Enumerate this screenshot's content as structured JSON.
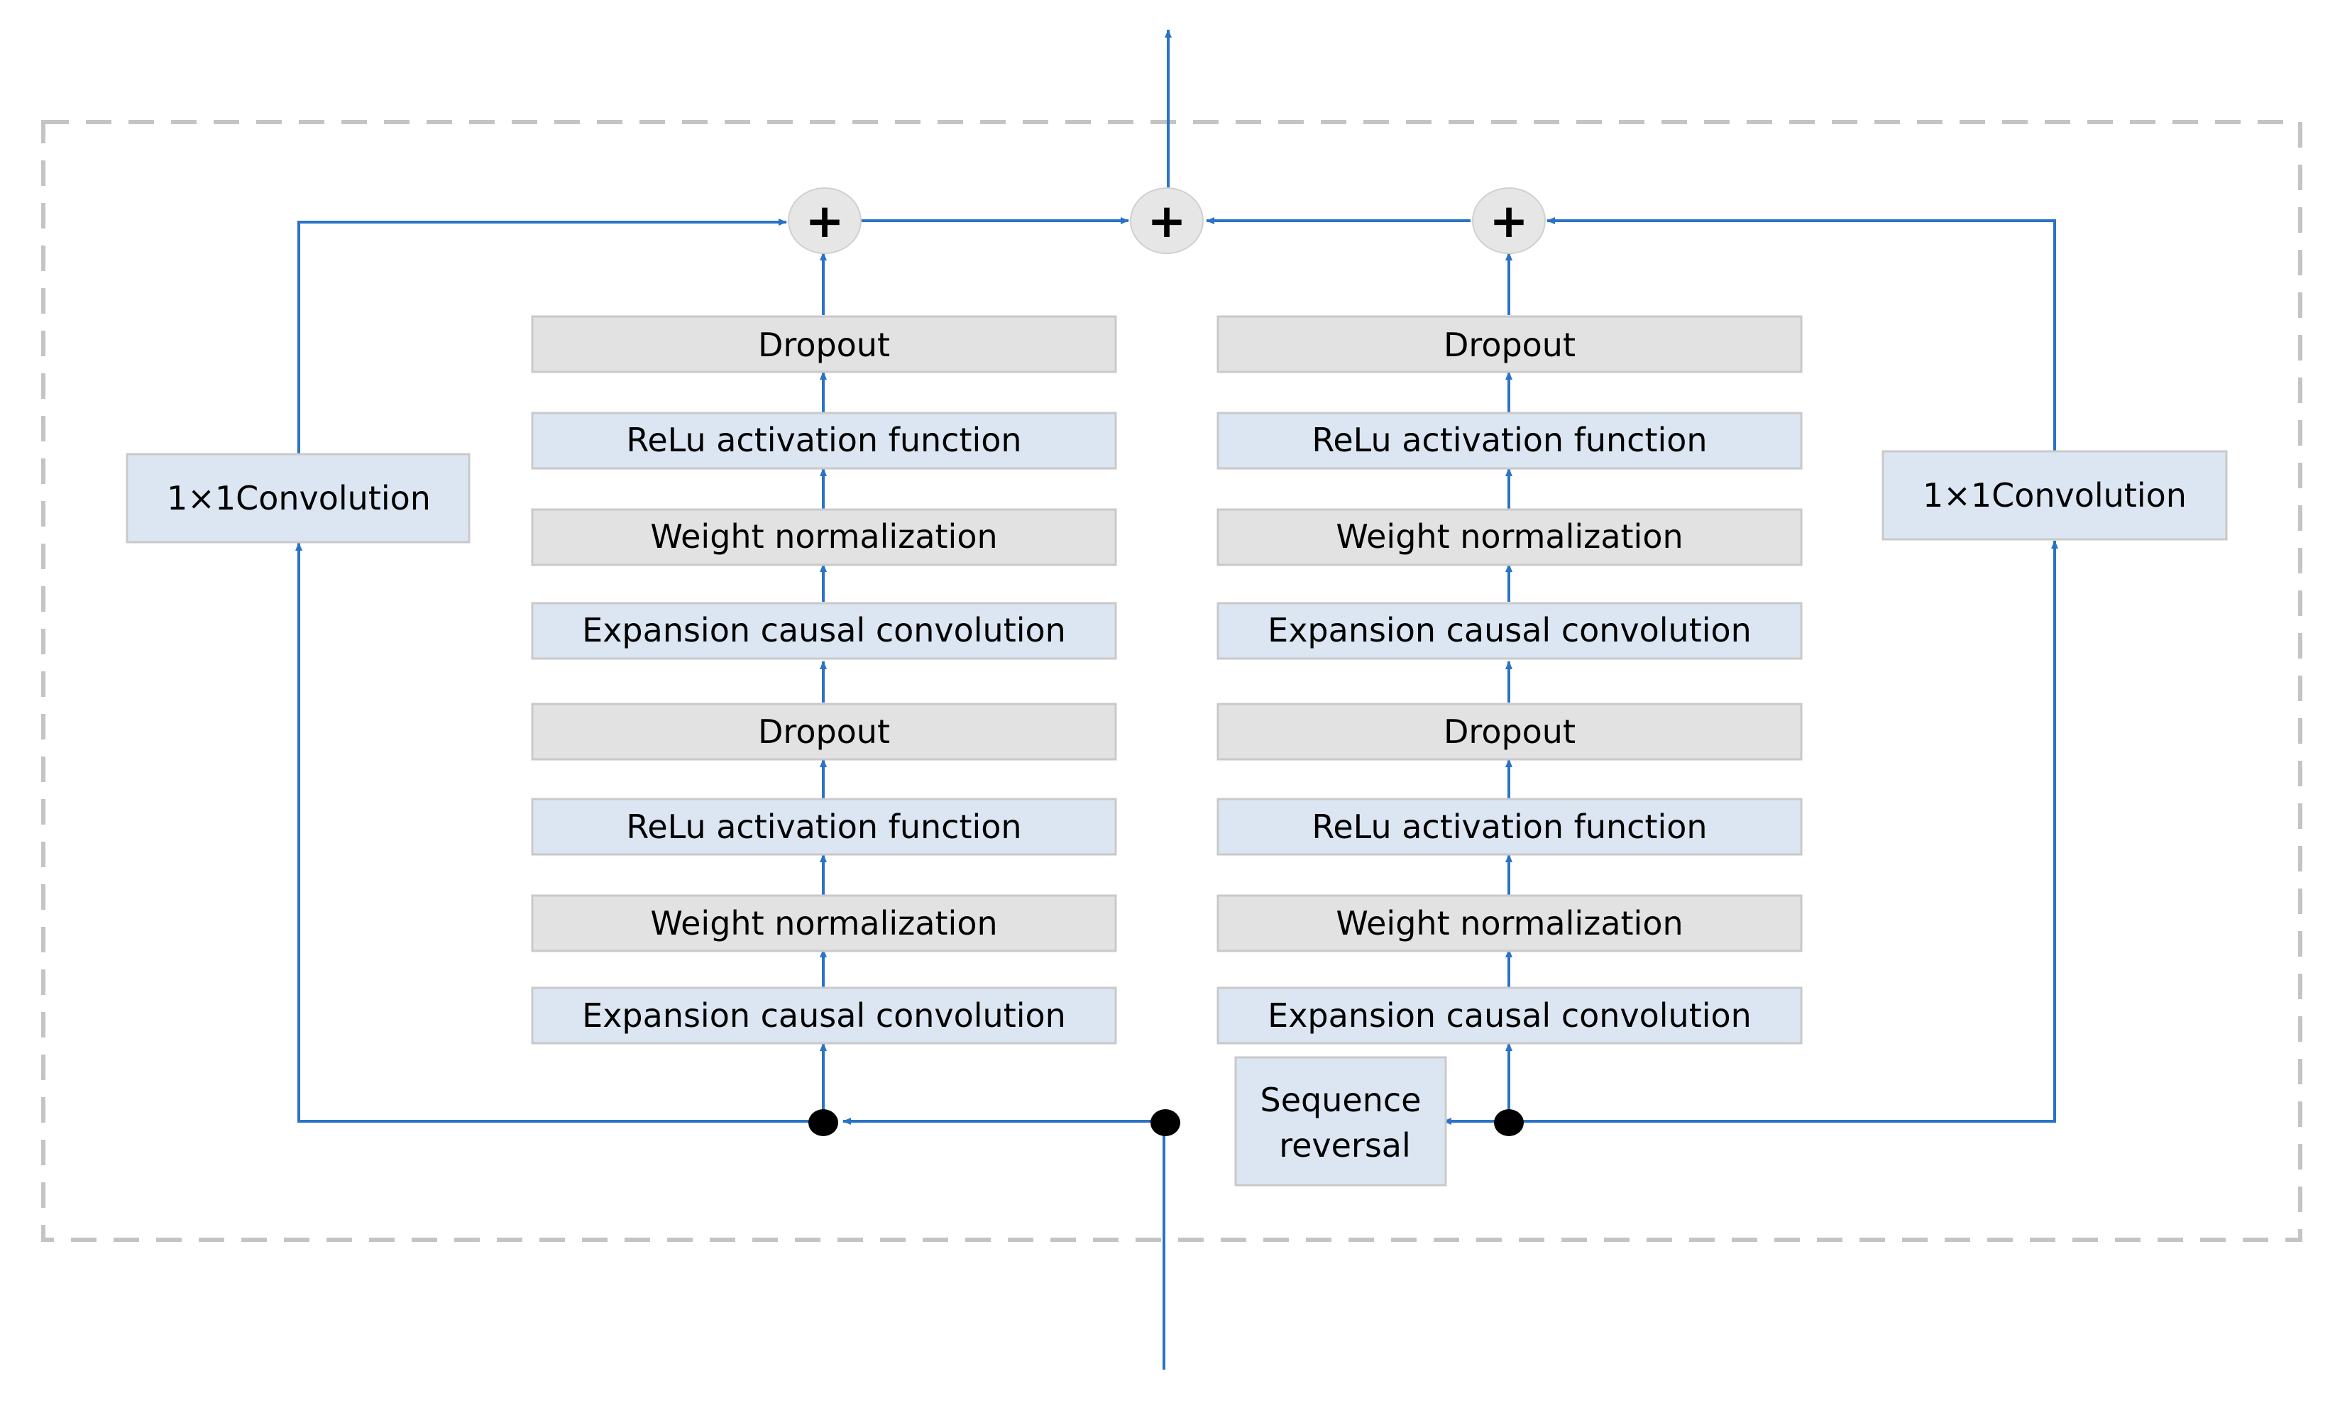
{
  "colors": {
    "block_blue": "#dce6f2",
    "block_gray": "#e2e2e2",
    "block_border": "#c9c9c9",
    "arrow_blue": "#2a73c6",
    "frame_dash": "#c4c4c4",
    "plus_node_fill": "#e6e6e6",
    "junction_fill": "#000000"
  },
  "left_stack": {
    "dropout_2": "Dropout",
    "relu_2": "ReLu activation function",
    "weight_norm_2": "Weight normalization",
    "expansion_conv_2": "Expansion causal convolution",
    "dropout_1": "Dropout",
    "relu_1": "ReLu activation function",
    "weight_norm_1": "Weight normalization",
    "expansion_conv_1": "Expansion causal convolution"
  },
  "right_stack": {
    "dropout_2": "Dropout",
    "relu_2": "ReLu activation function",
    "weight_norm_2": "Weight normalization",
    "expansion_conv_2": "Expansion causal convolution",
    "dropout_1": "Dropout",
    "relu_1": "ReLu activation function",
    "weight_norm_1": "Weight normalization",
    "expansion_conv_1": "Expansion causal convolution"
  },
  "left_residual": {
    "label": "1×1Convolution"
  },
  "right_residual": {
    "label": "1×1Convolution"
  },
  "sequence_reversal": {
    "line1": "Sequence",
    "line2": "reversal"
  },
  "adders": {
    "left": "+",
    "center": "+",
    "right": "+"
  }
}
